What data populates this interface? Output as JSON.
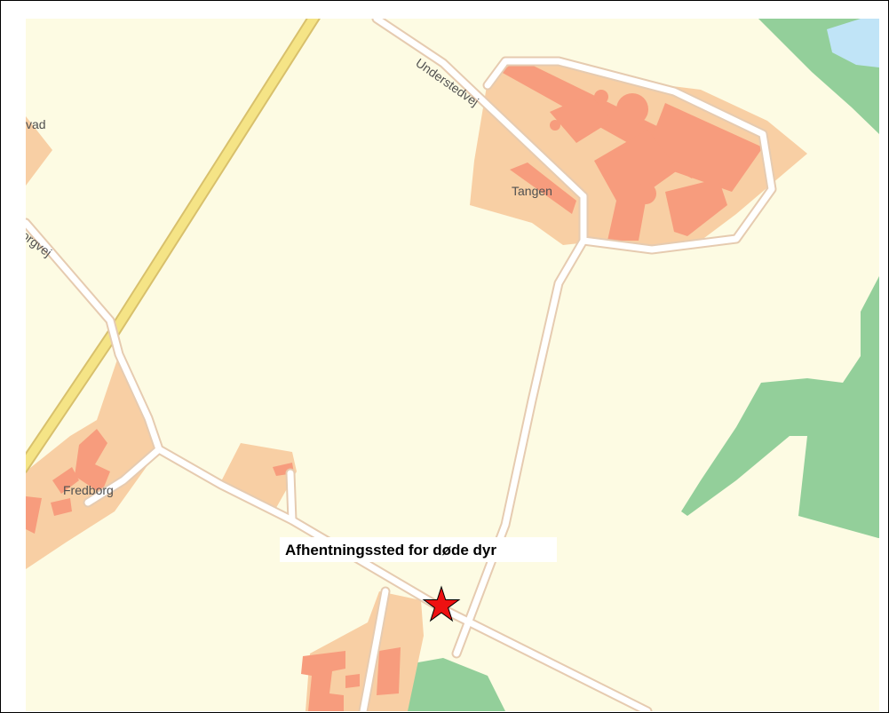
{
  "map": {
    "place_labels": {
      "tangen": "Tangen",
      "fredborg": "Fredborg",
      "partial_left": "vad"
    },
    "road_labels": {
      "understedvej": "Understedvej",
      "partial_left": "orgvej"
    },
    "marker": {
      "label": "Afhentningssted for døde dyr",
      "icon": "star-icon",
      "color": "#ee1111"
    },
    "colors": {
      "background": "#fdfbe3",
      "farmland": "#f8cfa4",
      "building": "#f79c7d",
      "forest": "#93cf9a",
      "water": "#c0e4f7",
      "road": "#ffffff",
      "main_road": "#f5e486"
    }
  }
}
